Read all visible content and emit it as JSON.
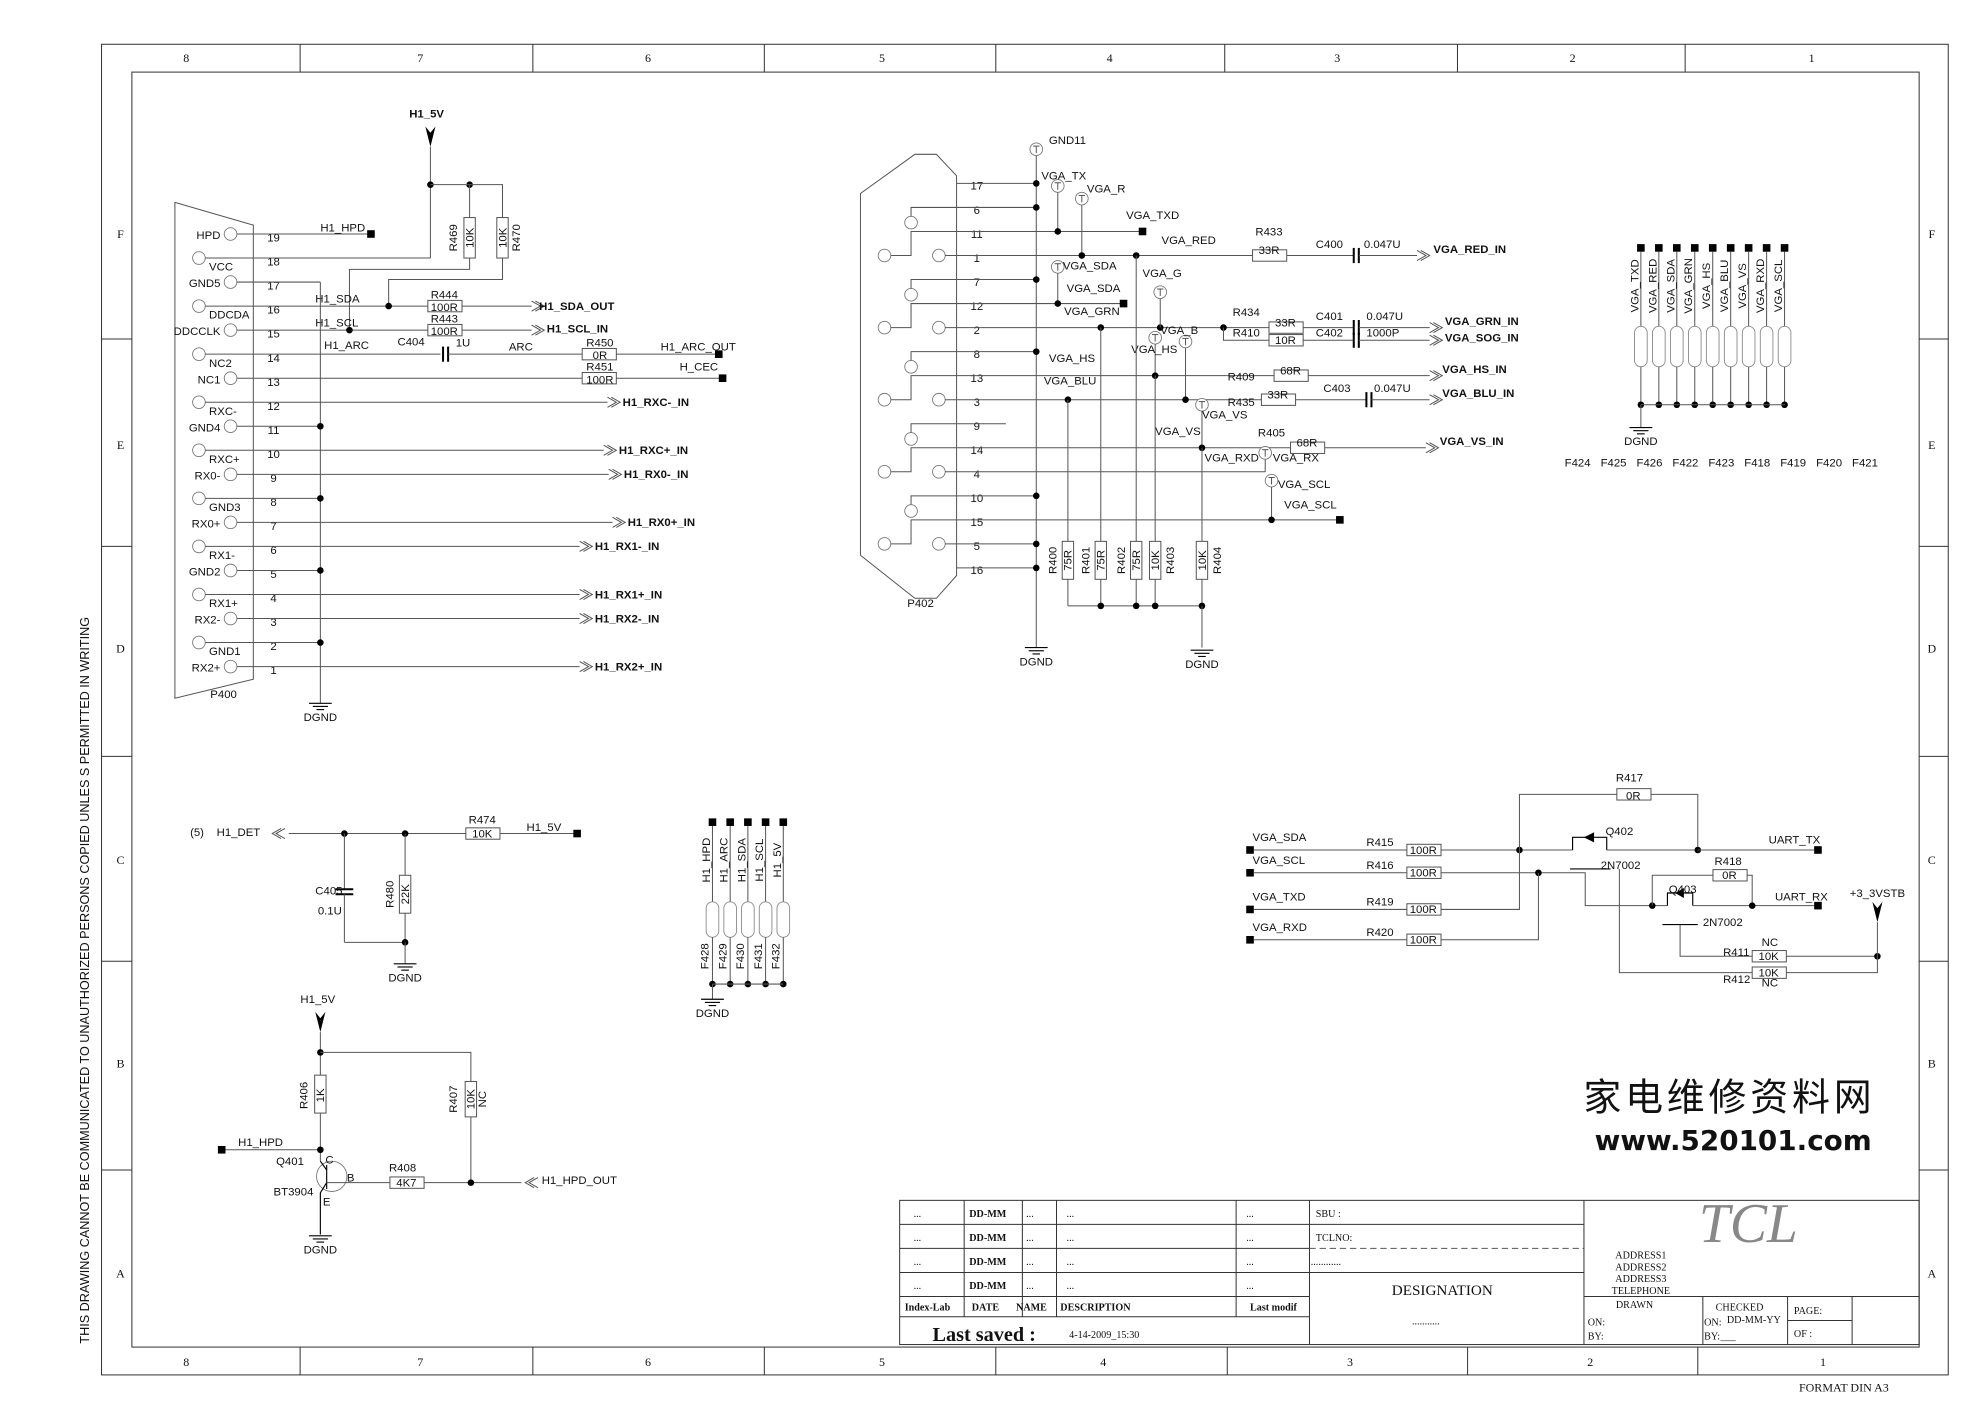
{
  "frame": {
    "cols": [
      "8",
      "7",
      "6",
      "5",
      "4",
      "3",
      "2",
      "1"
    ],
    "bottom_cols": [
      "8",
      "7",
      "6",
      "5",
      "4",
      "3",
      "2",
      "1"
    ],
    "rows": [
      "F",
      "E",
      "D",
      "C",
      "B",
      "A"
    ],
    "side_note": "THIS DRAWING CANNOT BE COMMUNICATED TO UNAUTHORIZED PERSONS COPIED UNLES S PERMITTED IN WRITING",
    "format": "FORMAT DIN A3"
  },
  "hdmi": {
    "ref": "P400",
    "power": "H1_5V",
    "gnd": "DGND",
    "pins": [
      {
        "name": "HPD",
        "num": "19"
      },
      {
        "name": "VCC",
        "num": "18"
      },
      {
        "name": "GND5",
        "num": "17"
      },
      {
        "name": "DDCDA",
        "num": "16"
      },
      {
        "name": "DDCCLK",
        "num": "15"
      },
      {
        "name": "NC2",
        "num": "14"
      },
      {
        "name": "NC1",
        "num": "13"
      },
      {
        "name": "RXC-",
        "num": "12"
      },
      {
        "name": "GND4",
        "num": "11"
      },
      {
        "name": "RXC+",
        "num": "10"
      },
      {
        "name": "RX0-",
        "num": "9"
      },
      {
        "name": "GND3",
        "num": "8"
      },
      {
        "name": "RX0+",
        "num": "7"
      },
      {
        "name": "RX1-",
        "num": "6"
      },
      {
        "name": "GND2",
        "num": "5"
      },
      {
        "name": "RX1+",
        "num": "4"
      },
      {
        "name": "RX2-",
        "num": "3"
      },
      {
        "name": "GND1",
        "num": "2"
      },
      {
        "name": "RX2+",
        "num": "1"
      }
    ],
    "r469": {
      "ref": "R469",
      "val": "10K"
    },
    "r470": {
      "ref": "R470",
      "val": "10K"
    },
    "r444": {
      "ref": "R444",
      "val": "100R"
    },
    "r443": {
      "ref": "R443",
      "val": "100R"
    },
    "r450": {
      "ref": "R450",
      "val": "0R"
    },
    "r451": {
      "ref": "R451",
      "val": "100R"
    },
    "c404": {
      "ref": "C404",
      "val": "1U"
    },
    "nets": {
      "hpd": "H1_HPD",
      "sda": "H1_SDA",
      "scl": "H1_SCL",
      "arc": "H1_ARC",
      "arc2": "ARC",
      "sda_out": "H1_SDA_OUT",
      "scl_in": "H1_SCL_IN",
      "arc_out": "H1_ARC_OUT",
      "cec": "H_CEC"
    },
    "outs": [
      "H1_RXC-_IN",
      "H1_RXC+_IN",
      "H1_RX0-_IN",
      "H1_RX0+_IN",
      "H1_RX1-_IN",
      "H1_RX1+_IN",
      "H1_RX2-_IN",
      "H1_RX2+_IN"
    ]
  },
  "vga": {
    "ref": "P402",
    "gnd": "DGND",
    "pins": [
      "17",
      "6",
      "11",
      "1",
      "7",
      "12",
      "2",
      "8",
      "13",
      "3",
      "9",
      "14",
      "4",
      "10",
      "15",
      "5",
      "16"
    ],
    "tp": {
      "gnd11": "GND11",
      "tx": "VGA_TX",
      "r": "VGA_R",
      "sda": "VGA_SDA",
      "g": "VGA_G",
      "b": "VGA_B",
      "hs": "VGA_HS",
      "vs": "VGA_VS",
      "rx": "VGA_RX",
      "scl": "VGA_SCL"
    },
    "nets": {
      "txd": "VGA_TXD",
      "red": "VGA_RED",
      "sda": "VGA_SDA",
      "grn": "VGA_GRN",
      "hs": "VGA_HS",
      "blu": "VGA_BLU",
      "vs": "VGA_VS",
      "rxd": "VGA_RXD",
      "scl": "VGA_SCL"
    },
    "parts": {
      "r433": {
        "ref": "R433",
        "val": "33R"
      },
      "c400": {
        "ref": "C400",
        "val": "0.047U"
      },
      "r434": {
        "ref": "R434",
        "val": "33R"
      },
      "r410": {
        "ref": "R410",
        "val": "10R"
      },
      "c401": {
        "ref": "C401",
        "val": "0.047U"
      },
      "c402": {
        "ref": "C402",
        "val": "1000P"
      },
      "r409": {
        "ref": "R409",
        "val": "68R"
      },
      "r435": {
        "ref": "R435",
        "val": "33R"
      },
      "c403": {
        "ref": "C403",
        "val": "0.047U"
      },
      "r405": {
        "ref": "R405",
        "val": "68R"
      },
      "r400": {
        "ref": "R400",
        "val": "75R"
      },
      "r401": {
        "ref": "R401",
        "val": "75R"
      },
      "r402": {
        "ref": "R402",
        "val": "75R"
      },
      "r403": {
        "ref": "R403",
        "val": "10K"
      },
      "r404": {
        "ref": "R404",
        "val": "10K"
      }
    },
    "outs": {
      "red": "VGA_RED_IN",
      "grn": "VGA_GRN_IN",
      "sog": "VGA_SOG_IN",
      "hs": "VGA_HS_IN",
      "blu": "VGA_BLU_IN",
      "vs": "VGA_VS_IN"
    }
  },
  "vga_testpoints": {
    "nets": [
      "VGA_TXD",
      "VGA_RED",
      "VGA_SDA",
      "VGA_GRN",
      "VGA_HS",
      "VGA_BLU",
      "VGA_VS",
      "VGA_RXD",
      "VGA_SCL"
    ],
    "refs": [
      "F424",
      "F425",
      "F426",
      "F422",
      "F423",
      "F418",
      "F419",
      "F420",
      "F421"
    ],
    "gnd": "DGND"
  },
  "hdmi_testpoints": {
    "nets": [
      "H1_HPD",
      "H1_ARC",
      "H1_SDA",
      "H1_SCL",
      "H1_5V"
    ],
    "refs": [
      "F428",
      "F429",
      "F430",
      "F431",
      "F432"
    ],
    "gnd": "DGND"
  },
  "det": {
    "sheet_ref": "(5)",
    "net": "H1_DET",
    "power": "H1_5V",
    "gnd": "DGND",
    "r474": {
      "ref": "R474",
      "val": "10K"
    },
    "c405": {
      "ref": "C405",
      "val": "0.1U"
    },
    "r480": {
      "ref": "R480",
      "val": "22K"
    }
  },
  "hpd_driver": {
    "power": "H1_5V",
    "in": "H1_HPD",
    "out": "H1_HPD_OUT",
    "gnd": "DGND",
    "r406": {
      "ref": "R406",
      "val": "1K"
    },
    "r407": {
      "ref": "R407",
      "val": "10K",
      "note": "NC"
    },
    "r408": {
      "ref": "R408",
      "val": "4K7"
    },
    "q401": {
      "ref": "Q401",
      "type": "BT3904",
      "c": "C",
      "b": "B",
      "e": "E"
    }
  },
  "uart": {
    "inputs": [
      "VGA_SDA",
      "VGA_SCL",
      "VGA_TXD",
      "VGA_RXD"
    ],
    "r415": {
      "ref": "R415",
      "val": "100R"
    },
    "r416": {
      "ref": "R416",
      "val": "100R"
    },
    "r419": {
      "ref": "R419",
      "val": "100R"
    },
    "r420": {
      "ref": "R420",
      "val": "100R"
    },
    "r417": {
      "ref": "R417",
      "val": "0R"
    },
    "r418": {
      "ref": "R418",
      "val": "0R"
    },
    "r411": {
      "ref": "R411",
      "val": "10K",
      "note": "NC"
    },
    "r412": {
      "ref": "R412",
      "val": "10K",
      "note": "NC"
    },
    "q402": {
      "ref": "Q402",
      "type": "2N7002"
    },
    "q403": {
      "ref": "Q403",
      "type": "2N7002"
    },
    "tx": "UART_TX",
    "rx": "UART_RX",
    "power": "+3_3VSTB"
  },
  "watermark": {
    "cn": "家电维修资料网",
    "url": "www.520101.com"
  },
  "title_block": {
    "rows": [
      [
        "...",
        "DD-MM",
        "...",
        "...",
        "..."
      ],
      [
        "...",
        "DD-MM",
        "...",
        "...",
        "..."
      ],
      [
        "...",
        "DD-MM",
        "...",
        "...",
        "..."
      ],
      [
        "...",
        "DD-MM",
        "...",
        "...",
        "..."
      ]
    ],
    "header": [
      "Index-Lab",
      "DATE",
      "NAME",
      "DESCRIPTION",
      "Last modif"
    ],
    "last_saved_label": "Last saved :",
    "last_saved": "4-14-2009_15:30",
    "sbu": "SBU :",
    "tclno": "TCLNO:",
    "tclno_val": "............",
    "designation": "DESIGNATION",
    "designation_val": "...........",
    "logo": "TCL",
    "address": [
      "ADDRESS1",
      "ADDRESS2",
      "ADDRESS3",
      "TELEPHONE"
    ],
    "drawn": "DRAWN",
    "checked": "CHECKED",
    "page": "PAGE:",
    "of": "OF :",
    "drawn_on": "ON:",
    "drawn_by": "BY:",
    "checked_on": "ON:",
    "checked_date": "DD-MM-YY",
    "checked_by": "BY:",
    "checked_by_val": "___"
  }
}
